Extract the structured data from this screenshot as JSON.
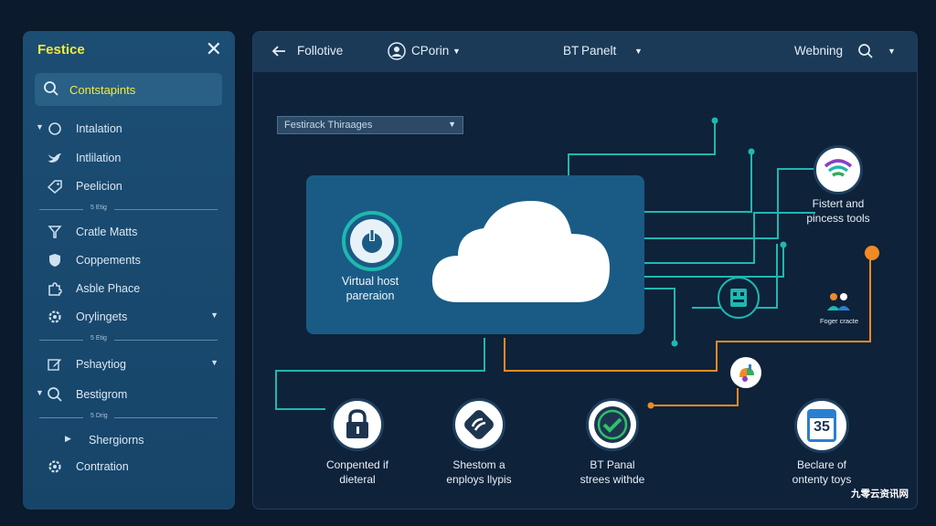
{
  "sidebar": {
    "title": "Festice",
    "search_label": "Contstapints",
    "items": [
      {
        "label": "Intalation"
      },
      {
        "label": "Intlilation"
      },
      {
        "label": "Peelicion"
      },
      {
        "label": "Cratle Matts"
      },
      {
        "label": "Coppements"
      },
      {
        "label": "Asble Phace"
      },
      {
        "label": "Orylingets"
      },
      {
        "label": "Pshaytiog"
      },
      {
        "label": "Bestigrom"
      },
      {
        "label": "Shergiorns"
      },
      {
        "label": "Contration"
      }
    ],
    "dividers": [
      "5 Etig",
      "5 Etig",
      "5 Drig"
    ]
  },
  "topbar": {
    "back_label": "Follotive",
    "user_label": "CPorin",
    "panel_label": "Panelt",
    "panel_prefix": "BT",
    "right_label": "Webning"
  },
  "dropdown": {
    "label": "Festirack Thiraages"
  },
  "cloud": {
    "label_line1": "Virtual host",
    "label_line2": "pareraion"
  },
  "nodes": {
    "wifi": {
      "line1": "Fistert and",
      "line2": "pincess tools"
    },
    "people": {
      "label": "Foger cracte"
    },
    "lock": {
      "line1": "Conpented if",
      "line2": "dieteral"
    },
    "shield": {
      "line1": "Shestom a",
      "line2": "enploys llypis"
    },
    "check": {
      "line1": "BT Panal",
      "line2": "strees withde"
    },
    "calendar": {
      "line1": "Beclare of",
      "line2": "ontenty toys",
      "number": "35"
    }
  },
  "watermark": "九零云资讯网",
  "colors": {
    "accent_yellow": "#f2ea3a",
    "teal": "#1fb8b0",
    "orange": "#f08a24",
    "sidebar": "#1c4d73",
    "cloud_box": "#1a5b85"
  }
}
